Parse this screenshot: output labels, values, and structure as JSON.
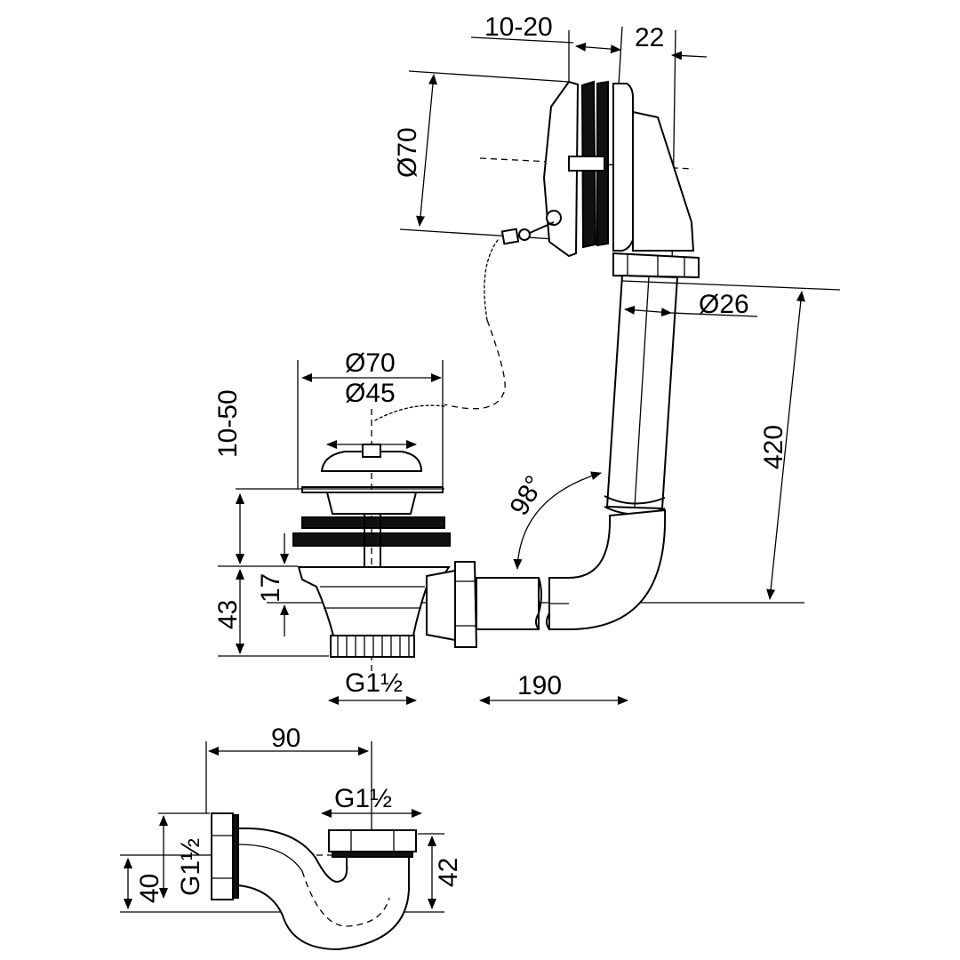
{
  "drawing": {
    "dimensions": {
      "overflow_thickness": "10-20",
      "overflow_depth": "22",
      "overflow_diameter": "Ø70",
      "pipe_diameter": "Ø26",
      "overflow_height": "420",
      "plug_outer_diameter": "Ø70",
      "plug_inner_diameter": "Ø45",
      "tub_thickness": "10-50",
      "pipe_angle": "98°",
      "waste_height_1": "17",
      "waste_height_2": "43",
      "waste_thread": "G1½",
      "horizontal_length": "190",
      "trap_offset": "90",
      "trap_top_thread": "G1½",
      "trap_side_thread": "G1½",
      "trap_height_left": "40",
      "trap_height_right": "42"
    }
  }
}
